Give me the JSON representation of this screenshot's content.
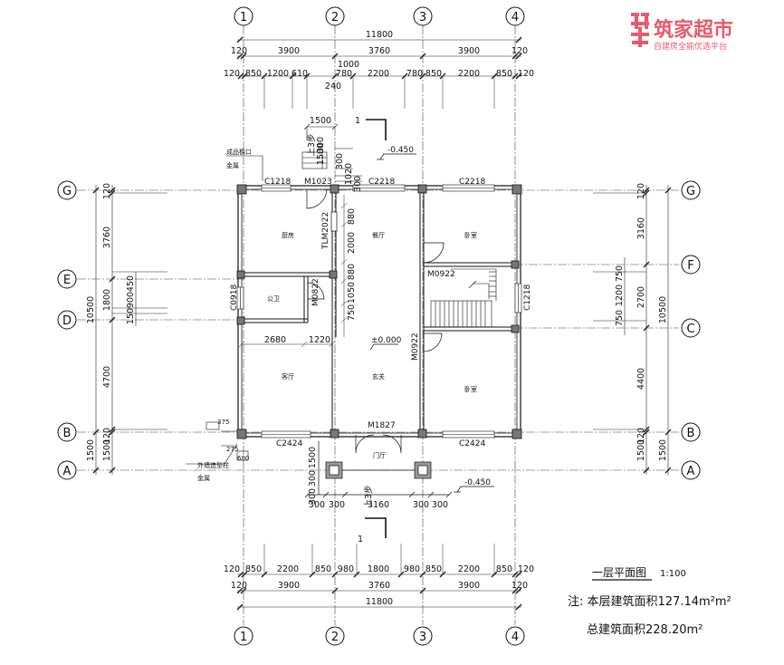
{
  "brand": {
    "title": "筑家超市",
    "subtitle": "自建房全能优选平台"
  },
  "axes": {
    "cols": [
      "1",
      "2",
      "3",
      "4"
    ],
    "rows_left": [
      "G",
      "E",
      "D",
      "B",
      "A"
    ],
    "rows_right": [
      "G",
      "F",
      "C",
      "B",
      "A"
    ]
  },
  "dims": {
    "top_total": "11800",
    "top_row2": [
      "120",
      "3900",
      "3760",
      "3900",
      "120"
    ],
    "top_row3": [
      "120",
      "850",
      "1200",
      "610",
      "780",
      "2200",
      "780",
      "850",
      "2200",
      "850",
      "120"
    ],
    "top_1000": "1000",
    "top_240": "240",
    "step_1500": "1500",
    "step_small": [
      "300",
      "1500",
      "300",
      "1020",
      "300"
    ],
    "step_label": "上3步",
    "bot_row1": [
      "120",
      "850",
      "2200",
      "850",
      "980",
      "1800",
      "980",
      "850",
      "2200",
      "850",
      "120"
    ],
    "bot_row2": [
      "120",
      "3900",
      "3760",
      "3900",
      "120"
    ],
    "bot_total": "11800",
    "entry_row": [
      "300",
      "300",
      "3160",
      "300",
      "300"
    ],
    "entry_v": [
      "300",
      "1500",
      "300"
    ],
    "left_outer": [
      "1500",
      "10500"
    ],
    "left_inner": [
      "120",
      "3760",
      "1800",
      "450",
      "900",
      "150",
      "4700",
      "120",
      "1500"
    ],
    "right_outer": [
      "10500",
      "1500"
    ],
    "right_inner": [
      "120",
      "3160",
      "750",
      "1200",
      "750",
      "2700",
      "4400",
      "120",
      "1500"
    ],
    "mid_v": [
      "880",
      "2000",
      "880",
      "1050",
      "750"
    ],
    "mid_h": [
      "2680",
      "1220"
    ],
    "porch_small": [
      "375",
      "275",
      "600"
    ]
  },
  "labels": {
    "windows": [
      "C1218",
      "C2218",
      "C2218",
      "C2424",
      "C2424",
      "C0918",
      "C1218"
    ],
    "doors": [
      "M1023",
      "TLM2022",
      "M0822",
      "M0922",
      "M0922",
      "M1827"
    ],
    "rooms": [
      "厨房",
      "餐厅",
      "卧室",
      "公卫",
      "客厅",
      "玄关",
      "卧室",
      "门厅"
    ],
    "elev_top": "-0.450",
    "elev_mid": "±0.000",
    "elev_bot": "-0.450",
    "section": [
      "1",
      "1"
    ],
    "note_top": [
      "成品檐口",
      "金属"
    ],
    "note_bot": [
      "外墙造型柱",
      "金属"
    ]
  },
  "title": {
    "name": "一层平面图",
    "scale": "1:100"
  },
  "notes": {
    "line1": "注: 本层建筑面积127.14m²m²",
    "line2": "总建筑面积228.20m²"
  }
}
